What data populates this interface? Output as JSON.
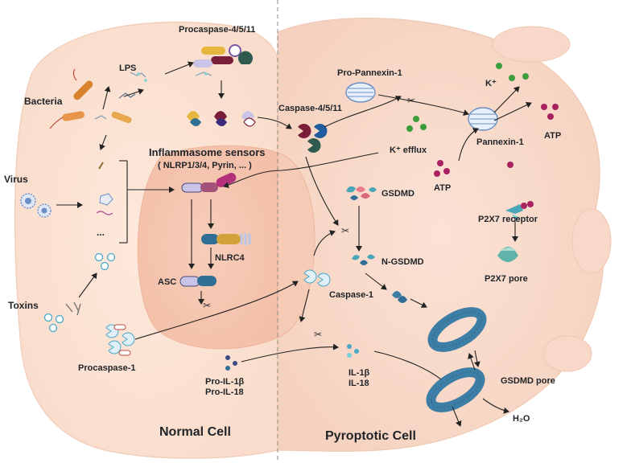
{
  "labels": {
    "procaspase_4511": "Procaspase-4/5/11",
    "lps": "LPS",
    "bacteria": "Bacteria",
    "virus": "Virus",
    "ellipsis": "...",
    "toxins": "Toxins",
    "procaspase_1": "Procaspase-1",
    "inflammasome_sensors": "Inflammasome sensors",
    "sensor_list": "( NLRP1/3/4, Pyrin, ... )",
    "nlrc4": "NLRC4",
    "asc": "ASC",
    "pro_il1b": "Pro-IL-1β",
    "pro_il18": "Pro-IL-18",
    "normal_cell": "Normal Cell",
    "pro_pannexin": "Pro-Pannexin-1",
    "caspase_4511": "Caspase-4/5/11",
    "k_plus": "K⁺",
    "k_efflux": "K⁺ efflux",
    "pannexin": "Pannexin-1",
    "atp_top": "ATP",
    "atp_bottom": "ATP",
    "gsdmd": "GSDMD",
    "n_gsdmd": "N-GSDMD",
    "p2x7_receptor": "P2X7 receptor",
    "p2x7_pore": "P2X7 pore",
    "caspase_1": "Caspase-1",
    "il1b": "IL-1β",
    "il18": "IL-18",
    "gsdmd_pore": "GSDMD pore",
    "h2o": "H₂O",
    "pyroptotic_cell": "Pyroptotic Cell"
  },
  "colors": {
    "cell_fill": "#fbe3d4",
    "nucleus_fill": "#f6c9b5",
    "pyro_fill": "#f7d8c8",
    "protein_blue": "#2f6f95",
    "protein_teal": "#4ba5b8",
    "caspase_blue": "#1f5d9e",
    "caspase_green": "#2f5b4f",
    "procaspase_yellow": "#e7b63e",
    "procaspase_maroon": "#7a1f3a",
    "sensor_magenta": "#b4307a",
    "sensor_lavender": "#c9c3e6",
    "nlrc4_gold": "#d2a23a",
    "atp_magenta": "#a8225f",
    "k_green": "#3b9c3b",
    "pore_blue": "#3d7ea6",
    "bacteria_orange": "#e08a3c",
    "virus_blue": "#6a8fc4"
  }
}
